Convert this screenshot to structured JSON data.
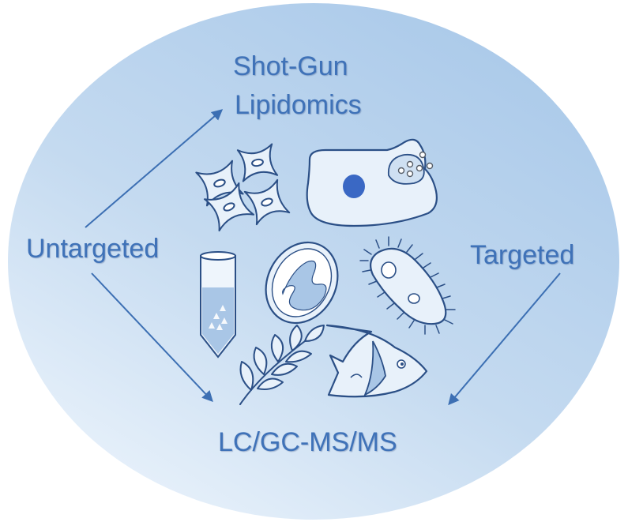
{
  "labels": {
    "shotgun_line1": "Shot-Gun",
    "shotgun_line2": "Lipidomics",
    "untargeted": "Untargeted",
    "targeted": "Targeted",
    "lcgc": "LC/GC-MS/MS"
  },
  "icons": [
    "platelets-icon",
    "macrophage-cell-icon",
    "test-tube-icon",
    "mitochondrion-icon",
    "paramecium-icon",
    "plant-branch-icon",
    "fish-icon"
  ],
  "colors": {
    "text": "#3f72b8",
    "arrow": "#3c6fb3",
    "outline": "#2b4f86",
    "nucleus": "#3a68c4",
    "ellipse_light": "#e9f2fb",
    "ellipse_mid": "#bcd5ee",
    "ellipse_dark": "#9fc2e6"
  }
}
